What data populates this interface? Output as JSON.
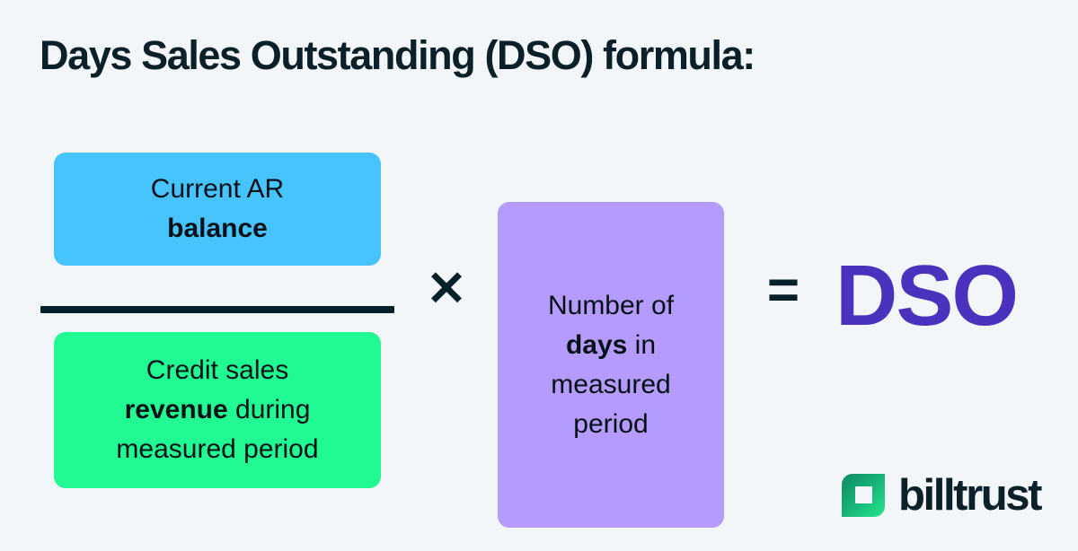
{
  "background_color": "#F2F6F8",
  "page_title": "Days Sales Outstanding (DSO) formula:",
  "formula": {
    "numerator": {
      "color": "#47C4FE",
      "line1": "Current AR",
      "line2_bold": "balance"
    },
    "denominator": {
      "color": "#21FA93",
      "line1": "Credit sales",
      "line2_bold": "revenue",
      "line2_rest": " during",
      "line3": "measured period"
    },
    "operator_multiply": "✕",
    "multiplier": {
      "color": "#B59BFB",
      "line1": "Number of",
      "line2_bold": "days",
      "line2_rest": " in",
      "line3": "measured",
      "line4": "period"
    },
    "operator_equals": "=",
    "result": {
      "text": "DSO",
      "color": "#4A32BE"
    },
    "fraction_bar_color": "#062029"
  },
  "logo": {
    "mark_name": "billtrust-mark-icon",
    "mark_color_dark": "#0F8A63",
    "mark_color_light": "#22E08C",
    "wordmark": "billtrust",
    "wordmark_color": "#0B2029"
  }
}
